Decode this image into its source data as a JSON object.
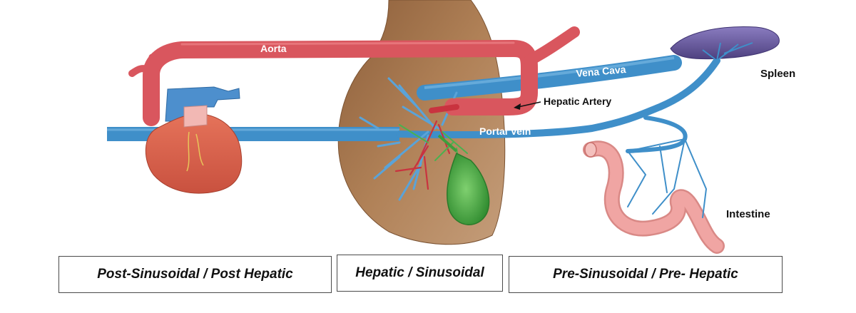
{
  "labels": {
    "aorta": "Aorta",
    "vena_cava": "Vena Cava",
    "hepatic_artery": "Hepatic Artery",
    "portal_vein": "Portal Vein",
    "spleen": "Spleen",
    "intestine": "Intestine"
  },
  "boxes": {
    "post_hepatic": "Post-Sinusoidal / Post Hepatic",
    "hepatic": "Hepatic / Sinusoidal",
    "pre_hepatic": "Pre-Sinusoidal / Pre- Hepatic"
  },
  "colors": {
    "artery": "#d9565e",
    "vein": "#3f8fc9",
    "liver": "#a8784f",
    "heart": "#d8644f",
    "gallbladder": "#3e9e3c",
    "spleen": "#6b5a9e",
    "intestine": "#f0a5a3"
  }
}
